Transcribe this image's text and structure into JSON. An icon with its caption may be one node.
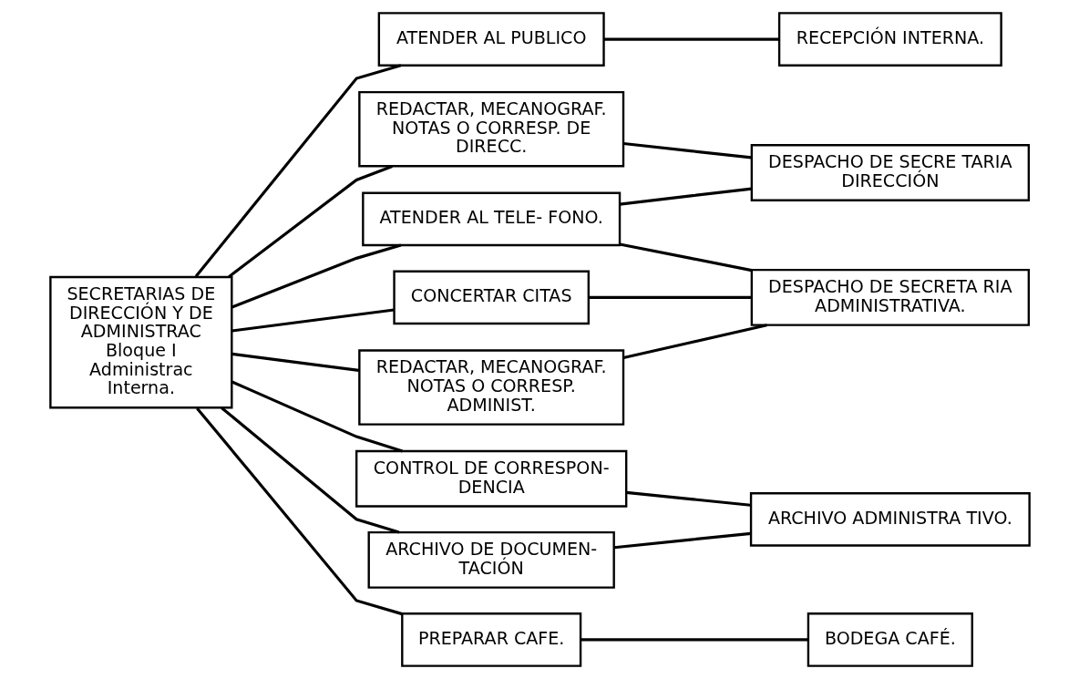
{
  "diagram": {
    "nodes": [
      {
        "text": [
          "SECRETARIAS DE DIRECCIÓN Y DE ADMINISTRAC",
          "Bloque I Administrac Interna."
        ]
      },
      {
        "text": [
          "ATENDER AL PUBLICO"
        ]
      },
      {
        "text": [
          "REDACTAR, MECANOGRAF. NOTAS O CORRESP. DE DIRECC."
        ]
      },
      {
        "text": [
          "ATENDER AL TELE- FONO."
        ]
      },
      {
        "text": [
          "CONCERTAR CITAS"
        ]
      },
      {
        "text": [
          "REDACTAR, MECANOGRAF. NOTAS O CORRESP. ADMINIST."
        ]
      },
      {
        "text": [
          "CONTROL DE CORRESPON- DENCIA"
        ]
      },
      {
        "text": [
          "ARCHIVO DE DOCUMEN- TACIÓN"
        ]
      },
      {
        "text": [
          "PREPARAR CAFE."
        ]
      },
      {
        "text": [
          "RECEPCIÓN INTERNA."
        ]
      },
      {
        "text": [
          "DESPACHO DE SECRE TARIA DIRECCIÓN"
        ]
      },
      {
        "text": [
          "DESPACHO DE SECRETA RIA ADMINISTRATIVA."
        ]
      },
      {
        "text": [
          "ARCHIVO ADMINISTRA TIVO."
        ]
      },
      {
        "text": [
          "BODEGA CAFÉ."
        ]
      }
    ],
    "edges": [
      {
        "from": 0,
        "to": 1,
        "arrow": "none"
      },
      {
        "from": 0,
        "to": 2,
        "arrow": "none"
      },
      {
        "from": 0,
        "to": 3,
        "arrow": "none"
      },
      {
        "from": 0,
        "to": 4,
        "arrow": "none"
      },
      {
        "from": 0,
        "to": 5,
        "arrow": "none"
      },
      {
        "from": 0,
        "to": 6,
        "arrow": "none"
      },
      {
        "from": 0,
        "to": 7,
        "arrow": "none"
      },
      {
        "from": 0,
        "to": 8,
        "arrow": "none"
      },
      {
        "from": 1,
        "to": 9,
        "arrow": "none"
      },
      {
        "from": 2,
        "to": 10,
        "arrow": "none"
      },
      {
        "from": 3,
        "to": 10,
        "arrow": "none"
      },
      {
        "from": 3,
        "to": 11,
        "arrow": "none"
      },
      {
        "from": 4,
        "to": 11,
        "arrow": "none"
      },
      {
        "from": 5,
        "to": 11,
        "arrow": "none"
      },
      {
        "from": 6,
        "to": 12,
        "arrow": "none"
      },
      {
        "from": 7,
        "to": 12,
        "arrow": "none"
      },
      {
        "from": 8,
        "to": 13,
        "arrow": "none"
      }
    ]
  }
}
